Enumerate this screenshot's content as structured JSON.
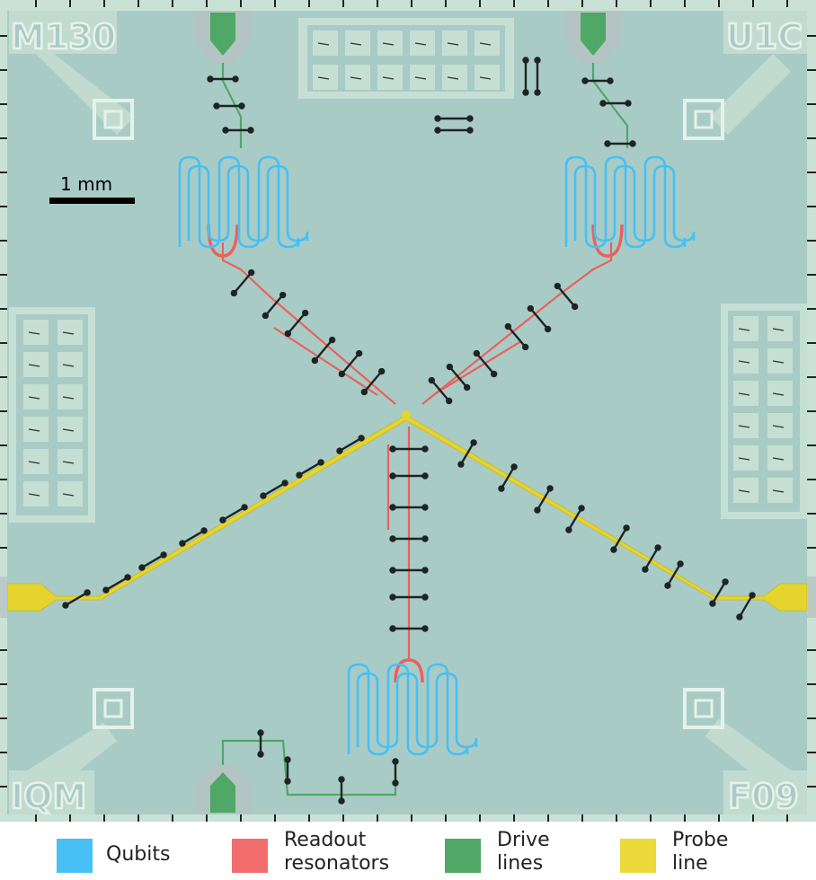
{
  "corner_labels": {
    "top_left": "M130",
    "top_right": "U1C",
    "bottom_left": "IQM",
    "bottom_right": "F09"
  },
  "scale_bar": {
    "label": "1 mm"
  },
  "legend": [
    {
      "label": "Qubits",
      "color": "#47c0f5"
    },
    {
      "label": "Readout\nresonators",
      "color": "#f26d6d"
    },
    {
      "label": "Drive\nlines",
      "color": "#4fa866"
    },
    {
      "label": "Probe\nline",
      "color": "#ecd93a"
    }
  ],
  "colors": {
    "chip_background": "#a9cbc5",
    "chip_frame": "#c8e0d3",
    "qubit": "#47c0f5",
    "readout": "#e8625e",
    "drive": "#4fa866",
    "probe": "#e6d42e",
    "airbridge": "#1e2424"
  }
}
